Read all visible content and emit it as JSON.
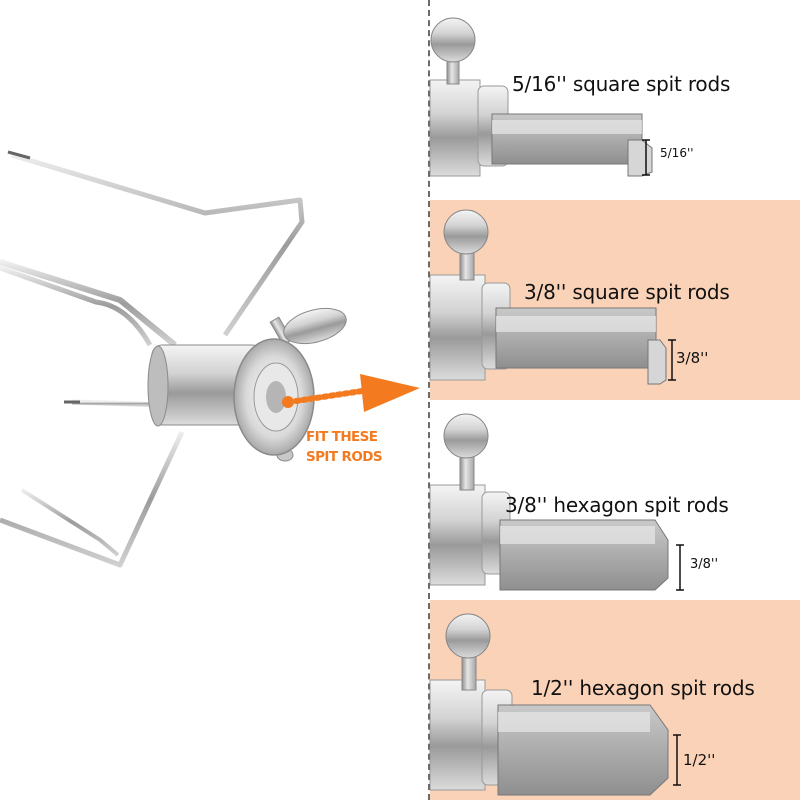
{
  "colors": {
    "accent": "#f47a1f",
    "panel_peach": "#f9d2b7",
    "panel_white": "#ffffff"
  },
  "callout": {
    "line1": "FIT THESE",
    "line2": "SPIT RODS",
    "arrow_icon": "right-arrow-icon"
  },
  "panels": [
    {
      "title": "5/16'' square spit rods",
      "size_label": "5/16''",
      "rod_shape": "square"
    },
    {
      "title": "3/8'' square spit rods",
      "size_label": "3/8''",
      "rod_shape": "square"
    },
    {
      "title": "3/8'' hexagon spit rods",
      "size_label": "3/8''",
      "rod_shape": "hexagon"
    },
    {
      "title": "1/2'' hexagon spit rods",
      "size_label": "1/2''",
      "rod_shape": "hexagon"
    }
  ]
}
